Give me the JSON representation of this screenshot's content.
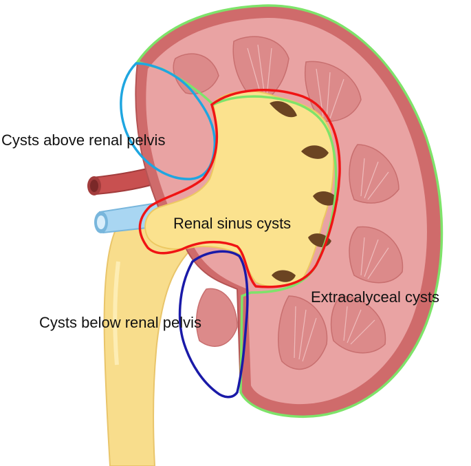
{
  "labels": {
    "cysts_above": "Cysts above renal pelvis",
    "sinus": "Renal sinus cysts",
    "extracalyceal": "Extracalyceal cysts",
    "cysts_below": "Cysts below renal pelvis"
  },
  "colors": {
    "outline_extracalyceal": "#7ee36a",
    "outline_sinus": "#f01414",
    "outline_above": "#1fa6e0",
    "outline_below": "#1a1aa8",
    "cortex": "#cf6b6b",
    "cortex_light": "#e9a3a3",
    "medulla": "#dc8a8a",
    "sinus_fat": "#fbe28e",
    "ureter": "#f8dd8c",
    "artery": "#c85050",
    "vein": "#a9d6f2"
  }
}
